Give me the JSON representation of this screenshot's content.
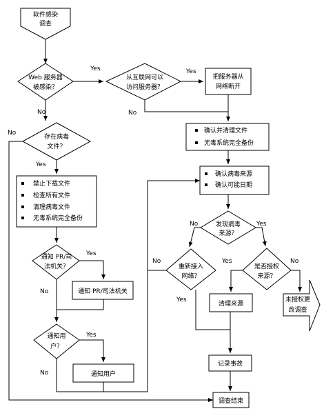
{
  "nodes": {
    "start": [
      "软件感染",
      "调查"
    ],
    "q_web": [
      "Web 服务器",
      "被感染？"
    ],
    "q_internet": [
      "从互联网可以",
      "访问服务器？"
    ],
    "disconnect": [
      "把服务器从",
      "网络断开"
    ],
    "confirm": [
      "确认并清理文件",
      "无毒系统完全备份"
    ],
    "q_virus_file": [
      "存在病毒",
      "文件？"
    ],
    "source": [
      "确认病毒来源",
      "确认可能日期"
    ],
    "block": [
      "禁止下载文件",
      "检查所有文件",
      "清理病毒文件",
      "无毒系统完全备份"
    ],
    "q_found_source": [
      "发现病毒",
      "来源？"
    ],
    "q_notify_pr": [
      "通知 PR/司",
      "法机关？"
    ],
    "notify_pr": [
      "通知 PR/司法机关"
    ],
    "q_reconnect": [
      "重新接入",
      "网络？"
    ],
    "q_authorized": [
      "是否授权",
      "来源？"
    ],
    "unauth": [
      "未授权更",
      "改调查"
    ],
    "clean_source": [
      "清理来源"
    ],
    "q_notify_user": [
      "通知用",
      "户？"
    ],
    "notify_user": [
      "通知用户"
    ],
    "record": [
      "记录事故"
    ],
    "end": [
      "调查结束"
    ]
  },
  "edge_labels": {
    "yes": "Yes",
    "no": "No"
  }
}
